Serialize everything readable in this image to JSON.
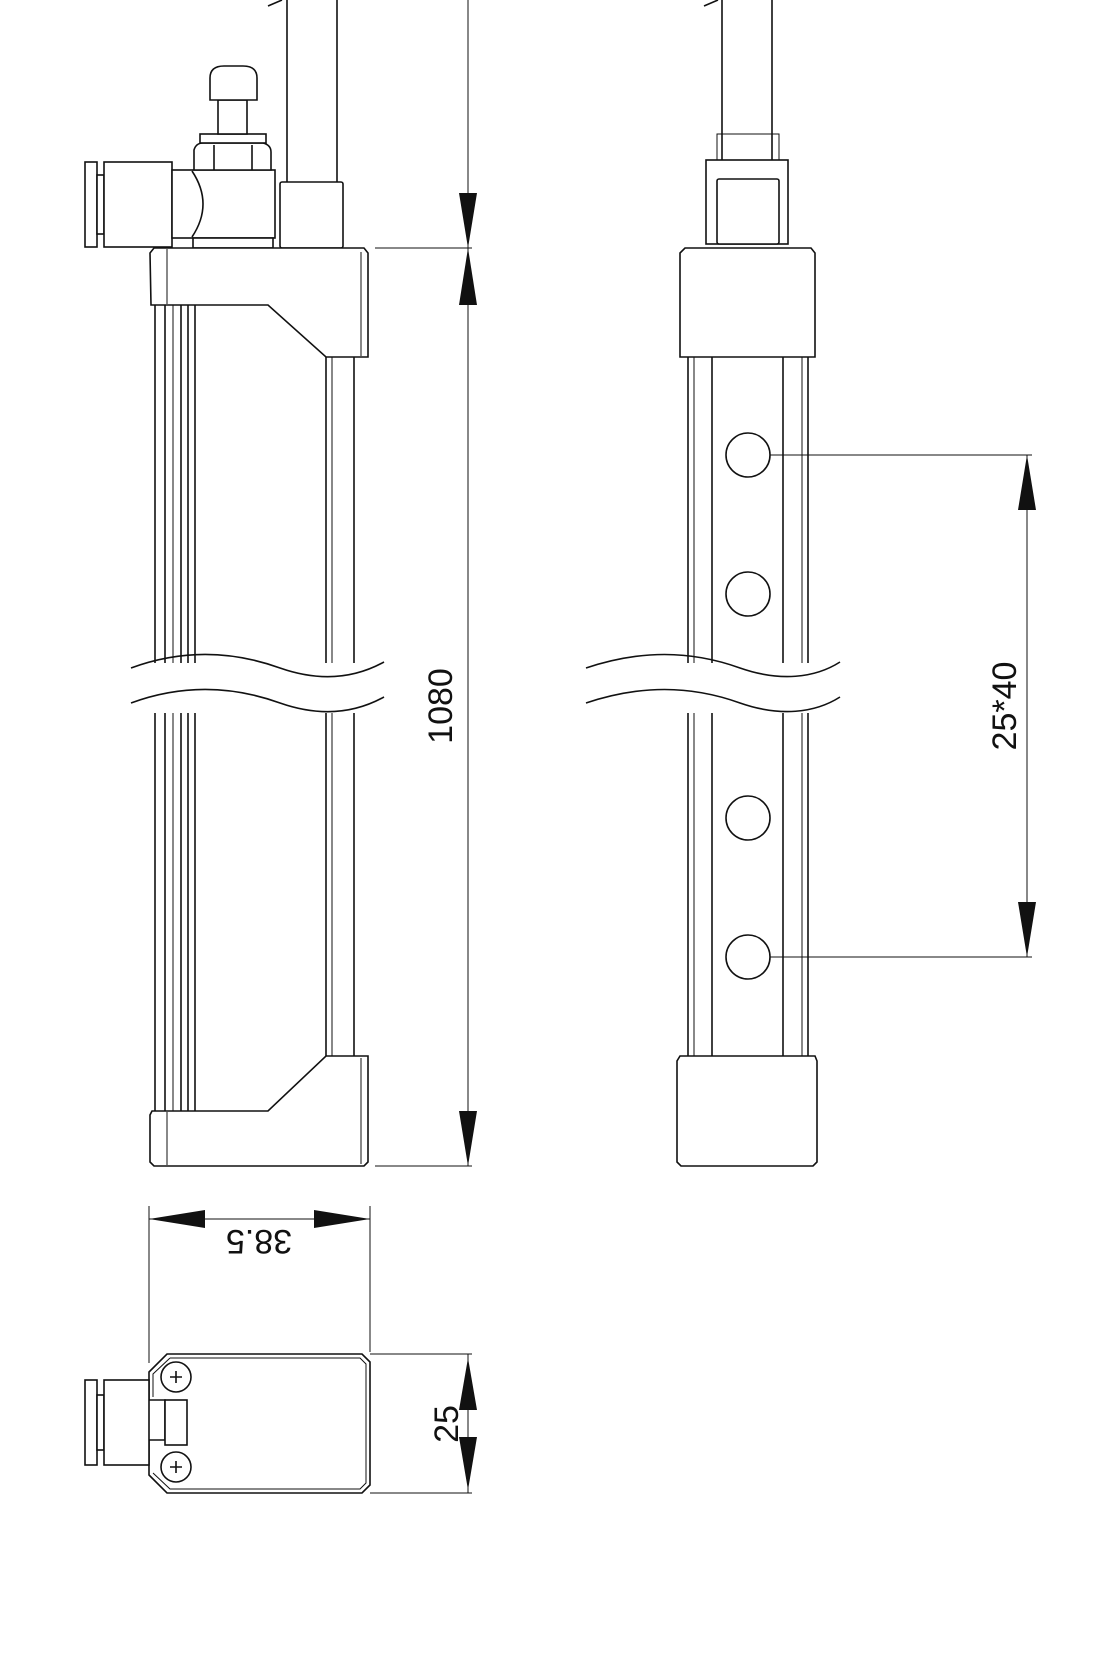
{
  "drawing": {
    "dimensions": {
      "length": "1080",
      "hole_pitch": "25*40",
      "width": "38.5",
      "depth": "25"
    },
    "views": [
      "side-view",
      "front-view",
      "end-view"
    ],
    "line_color": "#111111",
    "background": "#ffffff"
  }
}
